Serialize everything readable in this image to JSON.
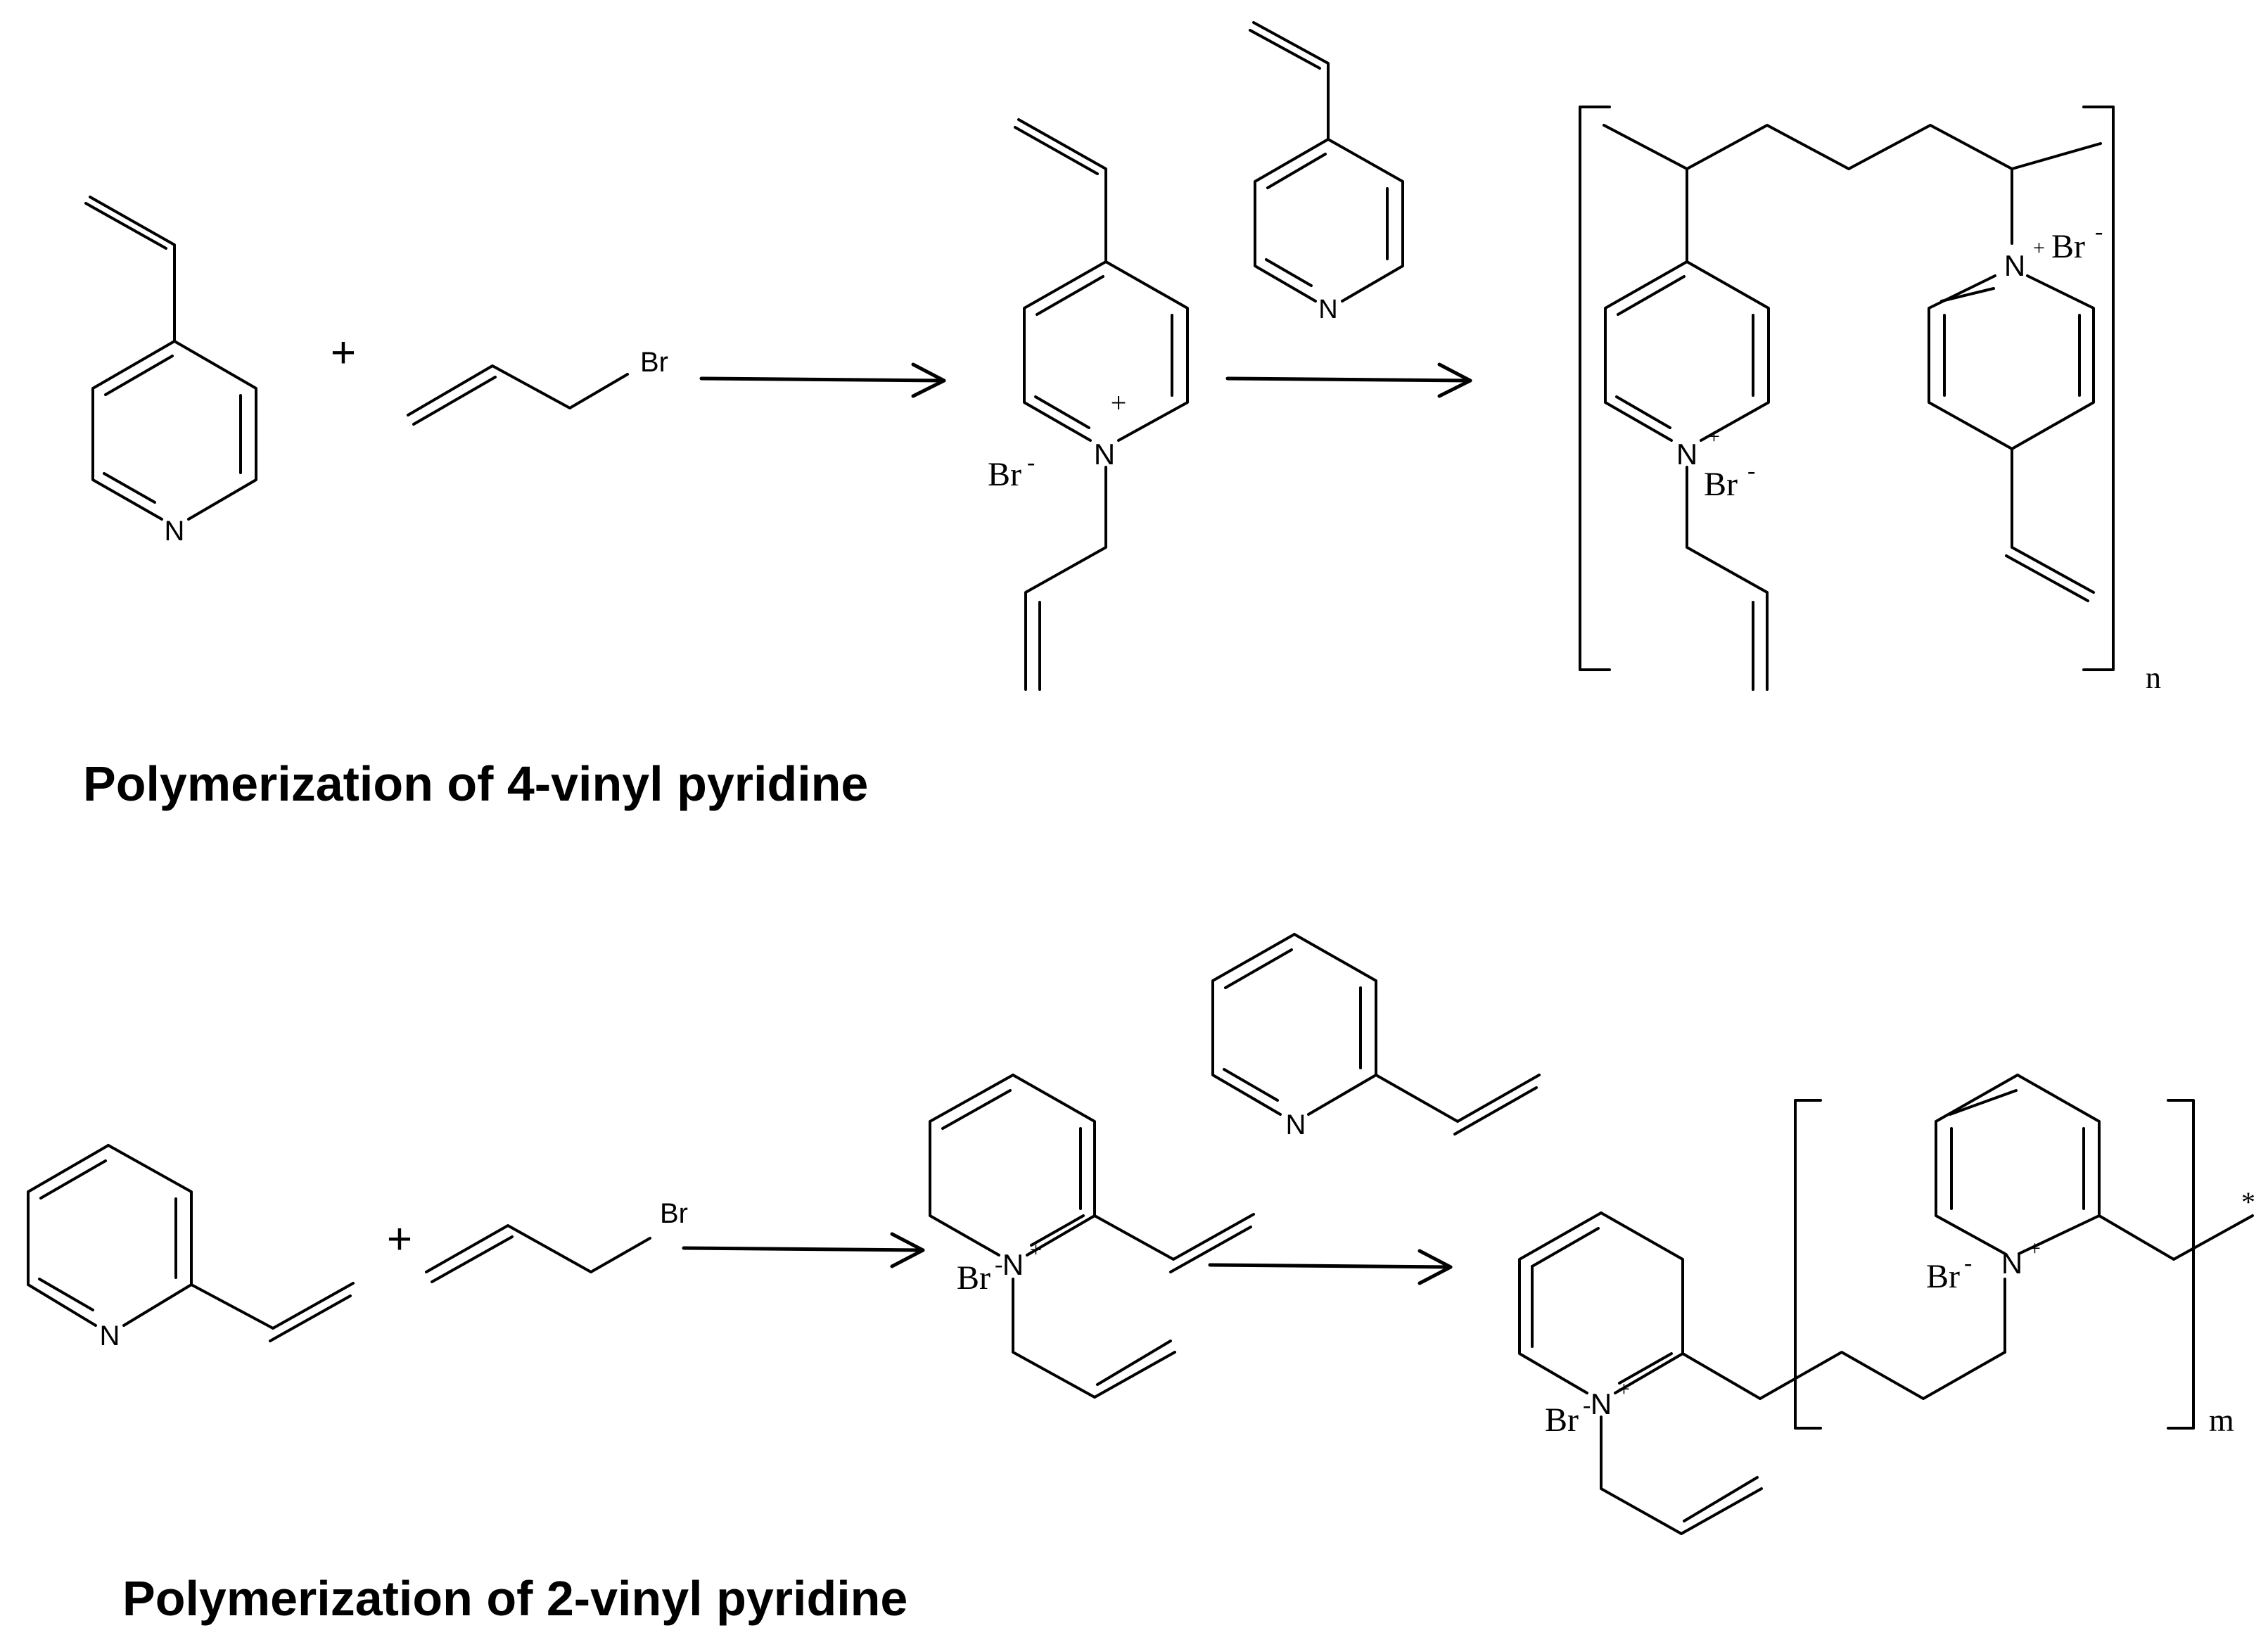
{
  "labels": {
    "N": "N",
    "Br": "Br",
    "Br_anion": "Br",
    "minus": "-",
    "plus": "+",
    "N_plus": "N",
    "sub_n": "n",
    "sub_m": "m",
    "star": "*"
  },
  "titles": {
    "top": "Polymerization of 4-vinyl pyridine",
    "bottom": "Polymerization of 2-vinyl pyridine"
  }
}
